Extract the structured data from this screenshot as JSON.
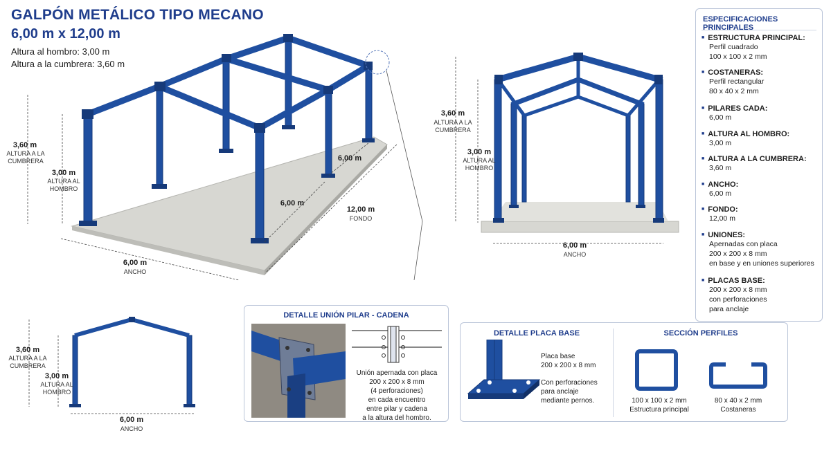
{
  "header": {
    "title": "GALPÓN METÁLICO TIPO MECANO",
    "dims": "6,00 m x 12,00 m",
    "shoulder": "Altura al hombro: 3,00 m",
    "ridge": "Altura a la cumbrera: 3,60 m"
  },
  "perspective": {
    "h_ridge": "3,60 m",
    "h_ridge_label": "ALTURA A LA CUMBRERA",
    "h_shoulder": "3,00 m",
    "h_shoulder_label": "ALTURA AL HOMBRO",
    "bay_1": "6,00 m",
    "bay_2": "6,00 m",
    "depth": "12,00 m",
    "depth_label": "FONDO",
    "width": "6,00 m",
    "width_label": "ANCHO"
  },
  "front": {
    "h_ridge": "3,60 m",
    "h_ridge_label": "ALTURA A LA CUMBRERA",
    "h_shoulder": "3,00 m",
    "h_shoulder_label": "ALTURA AL HOMBRO",
    "width": "6,00 m",
    "width_label": "ANCHO"
  },
  "side": {
    "h_ridge": "3,60 m",
    "h_ridge_label": "ALTURA A LA CUMBRERA",
    "h_shoulder": "3,00 m",
    "h_shoulder_label": "ALTURA AL HOMBRO",
    "width": "6,00 m",
    "width_label": "ANCHO"
  },
  "specs": {
    "title": "ESPECIFICACIONES PRINCIPALES",
    "items": [
      {
        "label": "ESTRUCTURA PRINCIPAL:",
        "lines": [
          "Perfil cuadrado",
          "100 x 100 x 2 mm"
        ]
      },
      {
        "label": "COSTANERAS:",
        "lines": [
          "Perfil rectangular",
          "80 x 40 x 2 mm"
        ]
      },
      {
        "label": "PILARES CADA:",
        "lines": [
          "6,00 m"
        ]
      },
      {
        "label": "ALTURA AL HOMBRO:",
        "lines": [
          "3,00 m"
        ]
      },
      {
        "label": "ALTURA A LA CUMBRERA:",
        "lines": [
          "3,60 m"
        ]
      },
      {
        "label": "ANCHO:",
        "lines": [
          "6,00 m"
        ]
      },
      {
        "label": "FONDO:",
        "lines": [
          "12,00 m"
        ]
      },
      {
        "label": "UNIONES:",
        "lines": [
          "Apernadas con placa",
          "200 x 200 x 8 mm",
          "en base y en uniones superiores"
        ]
      },
      {
        "label": "PLACAS BASE:",
        "lines": [
          "200 x 200 x 8 mm",
          "con perforaciones",
          "para anclaje"
        ]
      }
    ]
  },
  "detail_union": {
    "title": "DETALLE UNIÓN PILAR - CADENA",
    "note": [
      "Unión apernada con placa",
      "200 x 200 x 8 mm",
      "(4 perforaciones)",
      "en cada encuentro",
      "entre pilar y cadena",
      "a la altura del hombro."
    ]
  },
  "detail_base": {
    "title": "DETALLE PLACA BASE",
    "plate": [
      "Placa base",
      "200 x 200 x 8 mm"
    ],
    "holes": [
      "Con perforaciones",
      "para anclaje",
      "mediante pernos."
    ]
  },
  "sections": {
    "title": "SECCIÓN PERFILES",
    "square": [
      "100 x 100 x 2 mm",
      "Estructura principal"
    ],
    "rect": [
      "80 x 40 x 2 mm",
      "Costaneras"
    ]
  },
  "colors": {
    "steel": "#1f4fa0",
    "steel_dark": "#163a7a",
    "title": "#1f3d8c",
    "slab": "#d7d7d2"
  }
}
